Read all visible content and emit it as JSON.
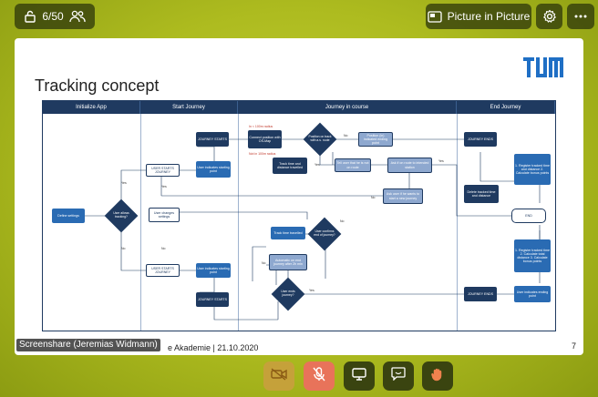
{
  "toolbar": {
    "participant_count": "6/50",
    "pip_label": "Picture in Picture"
  },
  "slide": {
    "title": "Tracking concept",
    "logo_text": "TUM",
    "footer_text": "e Akademie | 21.10.2020",
    "page_number": "7",
    "lanes": [
      "Initialize App",
      "Start Journey",
      "Journey in course",
      "End Journey"
    ],
    "nodes": {
      "define_settings": "Define settings",
      "user_allows_tracking": "User allows tracking?",
      "user_starts_journey_1": "USER STARTS JOURNEY",
      "user_starts_journey_2": "USER STARTS JOURNEY",
      "user_changes_settings": "User changes settings",
      "journey_starts_1": "JOURNEY STARTS",
      "journey_starts_2": "JOURNEY STARTS",
      "user_indicates_start_1": "User indicates starting point",
      "user_indicates_start_2": "User indicates starting point",
      "connect_position": "Connect position with OS-Map",
      "position_on_track": "Position on track with a.s. route",
      "position_indicated": "Position (in) indicated ending point",
      "track_time_distance_1": "Track time and distance travelled",
      "user_leaves_route": "Tell user that he is not on route",
      "ask_if_on_route": "Ask if on route to intended station",
      "ask_user_wants": "Ask user if he wants to start a new journey",
      "journey_ends_1": "JOURNEY ENDS",
      "journey_ends_2": "JOURNEY ENDS",
      "delete_tracked": "Delete tracked time and distance",
      "register_calc_1": "1. Register tracked time and distance 2. Calculate bonus points",
      "end": "END",
      "register_calc_2": "1. Register tracked time 2. Calculate total distance 3. Calculate bonus points",
      "user_indicates_ending": "User indicates ending point",
      "track_time_2": "Track time travelled",
      "automatic_pause": "Automatic on end journey after 2h min",
      "user_confirms": "User confirms end of journey?",
      "user_ends_journey": "User ends journey?"
    },
    "labels": {
      "yes": "Yes",
      "no": "No",
      "in_100m": "In < 100m radius",
      "not_in_100m": "Not in 100m radius"
    }
  },
  "screenshare_label": "Screenshare (Jeremias Widmann)",
  "controls": {
    "camera": "camera-off",
    "microphone": "microphone-off",
    "screenshare": "screen",
    "chat": "chat",
    "reaction": "hand"
  },
  "colors": {
    "background": "#a9b81e",
    "diagram_dark": "#1f3a60",
    "tum_blue": "#1f6fc5",
    "mic_off": "#e8735a"
  }
}
